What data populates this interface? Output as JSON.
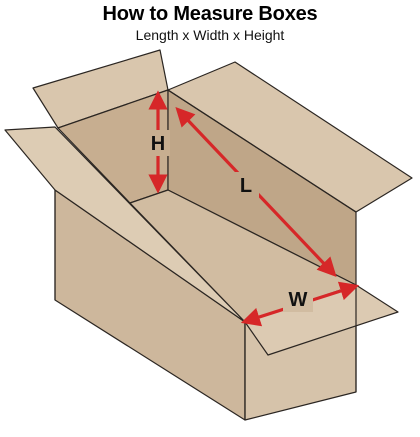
{
  "header": {
    "title": "How to Measure Boxes",
    "subtitle": "Length x Width x Height"
  },
  "diagram": {
    "labels": {
      "height": "H",
      "length": "L",
      "width": "W"
    },
    "colors": {
      "cardboard_light": "#d9c6ad",
      "cardboard_mid": "#cdb79c",
      "cardboard_dark": "#bfa688",
      "outline": "#2b2622",
      "arrow": "#d62728"
    }
  }
}
